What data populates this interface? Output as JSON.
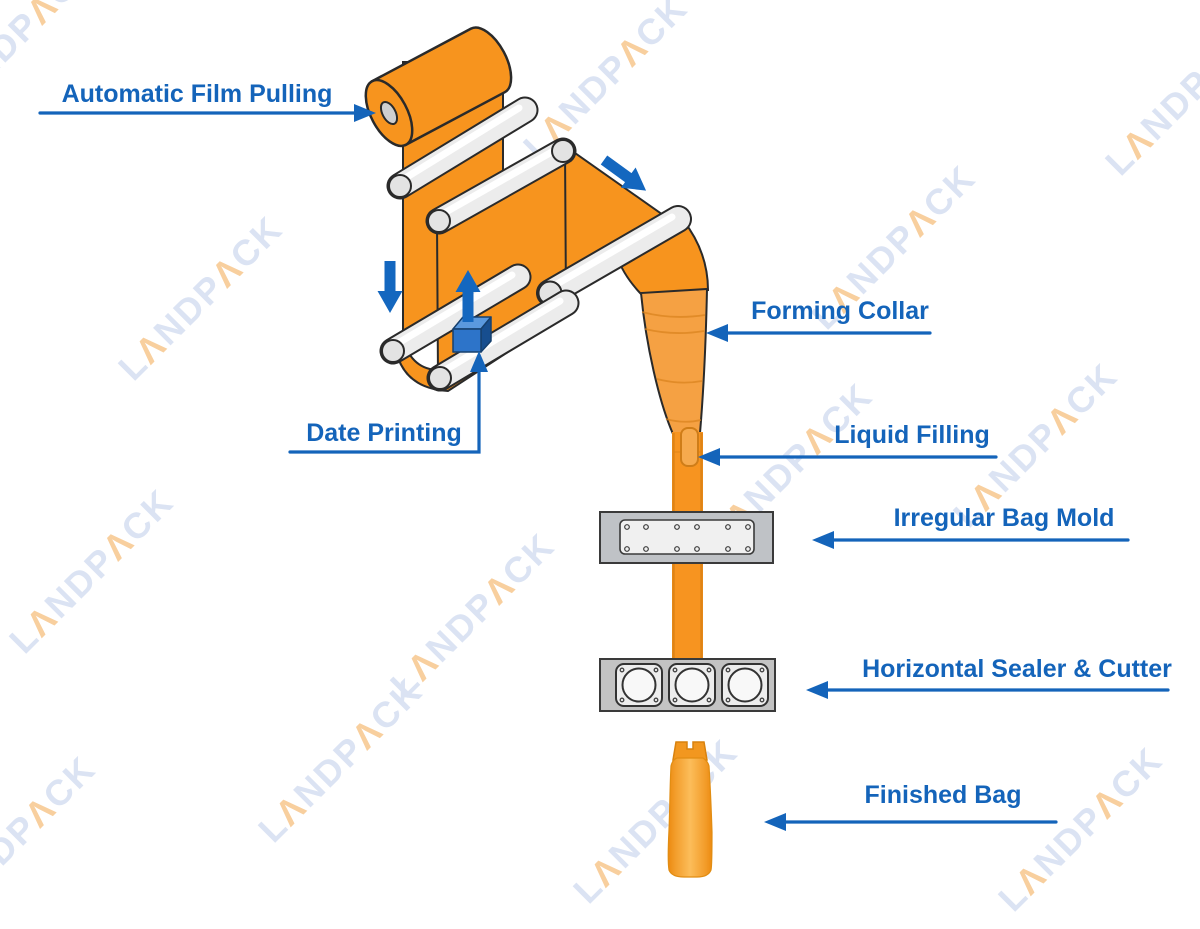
{
  "labels": {
    "automatic_film_pulling": "Automatic Film Pulling",
    "date_printing": "Date Printing",
    "forming_collar": "Forming Collar",
    "liquid_filling": "Liquid Filling",
    "irregular_bag_mold": "Irregular Bag Mold",
    "horizontal_sealer_cutter": "Horizontal Sealer & Cutter",
    "finished_bag": "Finished Bag"
  },
  "watermark": {
    "word": "LANDPACK",
    "parts": [
      {
        "text": "L",
        "color": "blue"
      },
      {
        "text": "Λ",
        "color": "orange"
      },
      {
        "text": "NDP",
        "color": "blue"
      },
      {
        "text": "Λ",
        "color": "orange"
      },
      {
        "text": "CK",
        "color": "blue"
      }
    ],
    "angle_deg": -45,
    "positions": [
      [
        -60,
        90
      ],
      [
        530,
        132
      ],
      [
        1112,
        148
      ],
      [
        125,
        353
      ],
      [
        818,
        302
      ],
      [
        16,
        626
      ],
      [
        397,
        670
      ],
      [
        715,
        520
      ],
      [
        960,
        500
      ],
      [
        -62,
        893
      ],
      [
        580,
        876
      ],
      [
        1005,
        884
      ],
      [
        265,
        815
      ]
    ]
  },
  "machine_parts": [
    "film-roll",
    "film-web",
    "guide-rollers",
    "date-printer-head",
    "forming-collar",
    "liquid-filling-nozzle",
    "filling-tube",
    "irregular-bag-mold",
    "horizontal-sealer-cutter",
    "finished-bag"
  ],
  "colors": {
    "label_blue": "#1464ba",
    "machine_orange": "#f7941e",
    "collar_orange": "#f5a143",
    "outline_dark": "#2a2a2a",
    "roller_gray": "#ececec",
    "mold_gray": "#bfc2c6",
    "sealer_gray": "#c3c3c3",
    "panel_light": "#eeeeee",
    "cube_front": "#2d74c9",
    "cube_top": "#5b99de",
    "cube_side": "#174e8f",
    "bag_orange_light": "#fcbd5a",
    "bag_orange_dark": "#ec8a10",
    "watermark_blue": "#dbe3f3",
    "watermark_orange": "#f8cf9e"
  }
}
